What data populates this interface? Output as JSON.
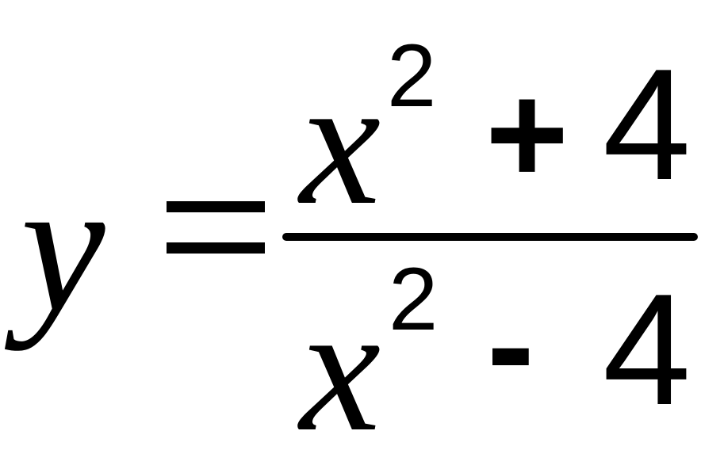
{
  "formula": {
    "lhs": "y",
    "numerator": {
      "base": "x",
      "exponent": "2",
      "operator": "+",
      "constant": "4"
    },
    "denominator": {
      "base": "x",
      "exponent": "2",
      "operator": "-",
      "constant": "4"
    }
  }
}
